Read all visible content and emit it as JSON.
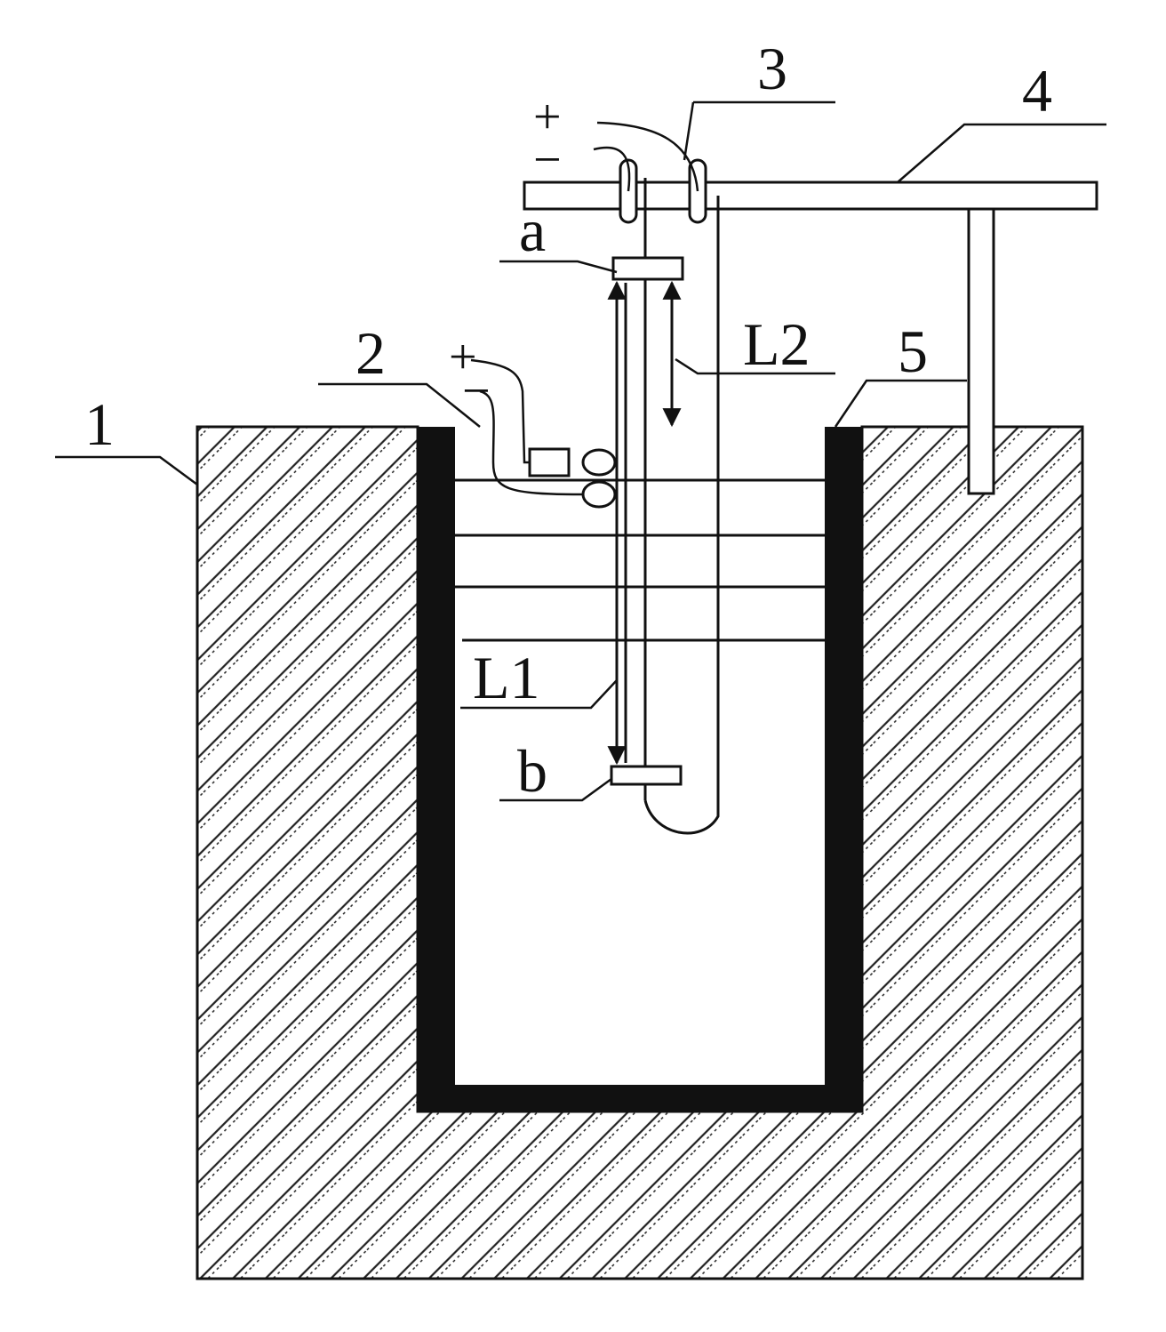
{
  "labels": {
    "part1": "1",
    "part2": "2",
    "part3": "3",
    "part4": "4",
    "part5": "5",
    "point_a": "a",
    "point_b": "b",
    "dim_L1": "L1",
    "dim_L2": "L2"
  },
  "signs": {
    "top_plus": "+",
    "top_minus": "−",
    "side_plus": "+",
    "side_minus": "−"
  },
  "colors": {
    "ink": "#111111",
    "background": "#ffffff",
    "hatch": "#222222"
  }
}
